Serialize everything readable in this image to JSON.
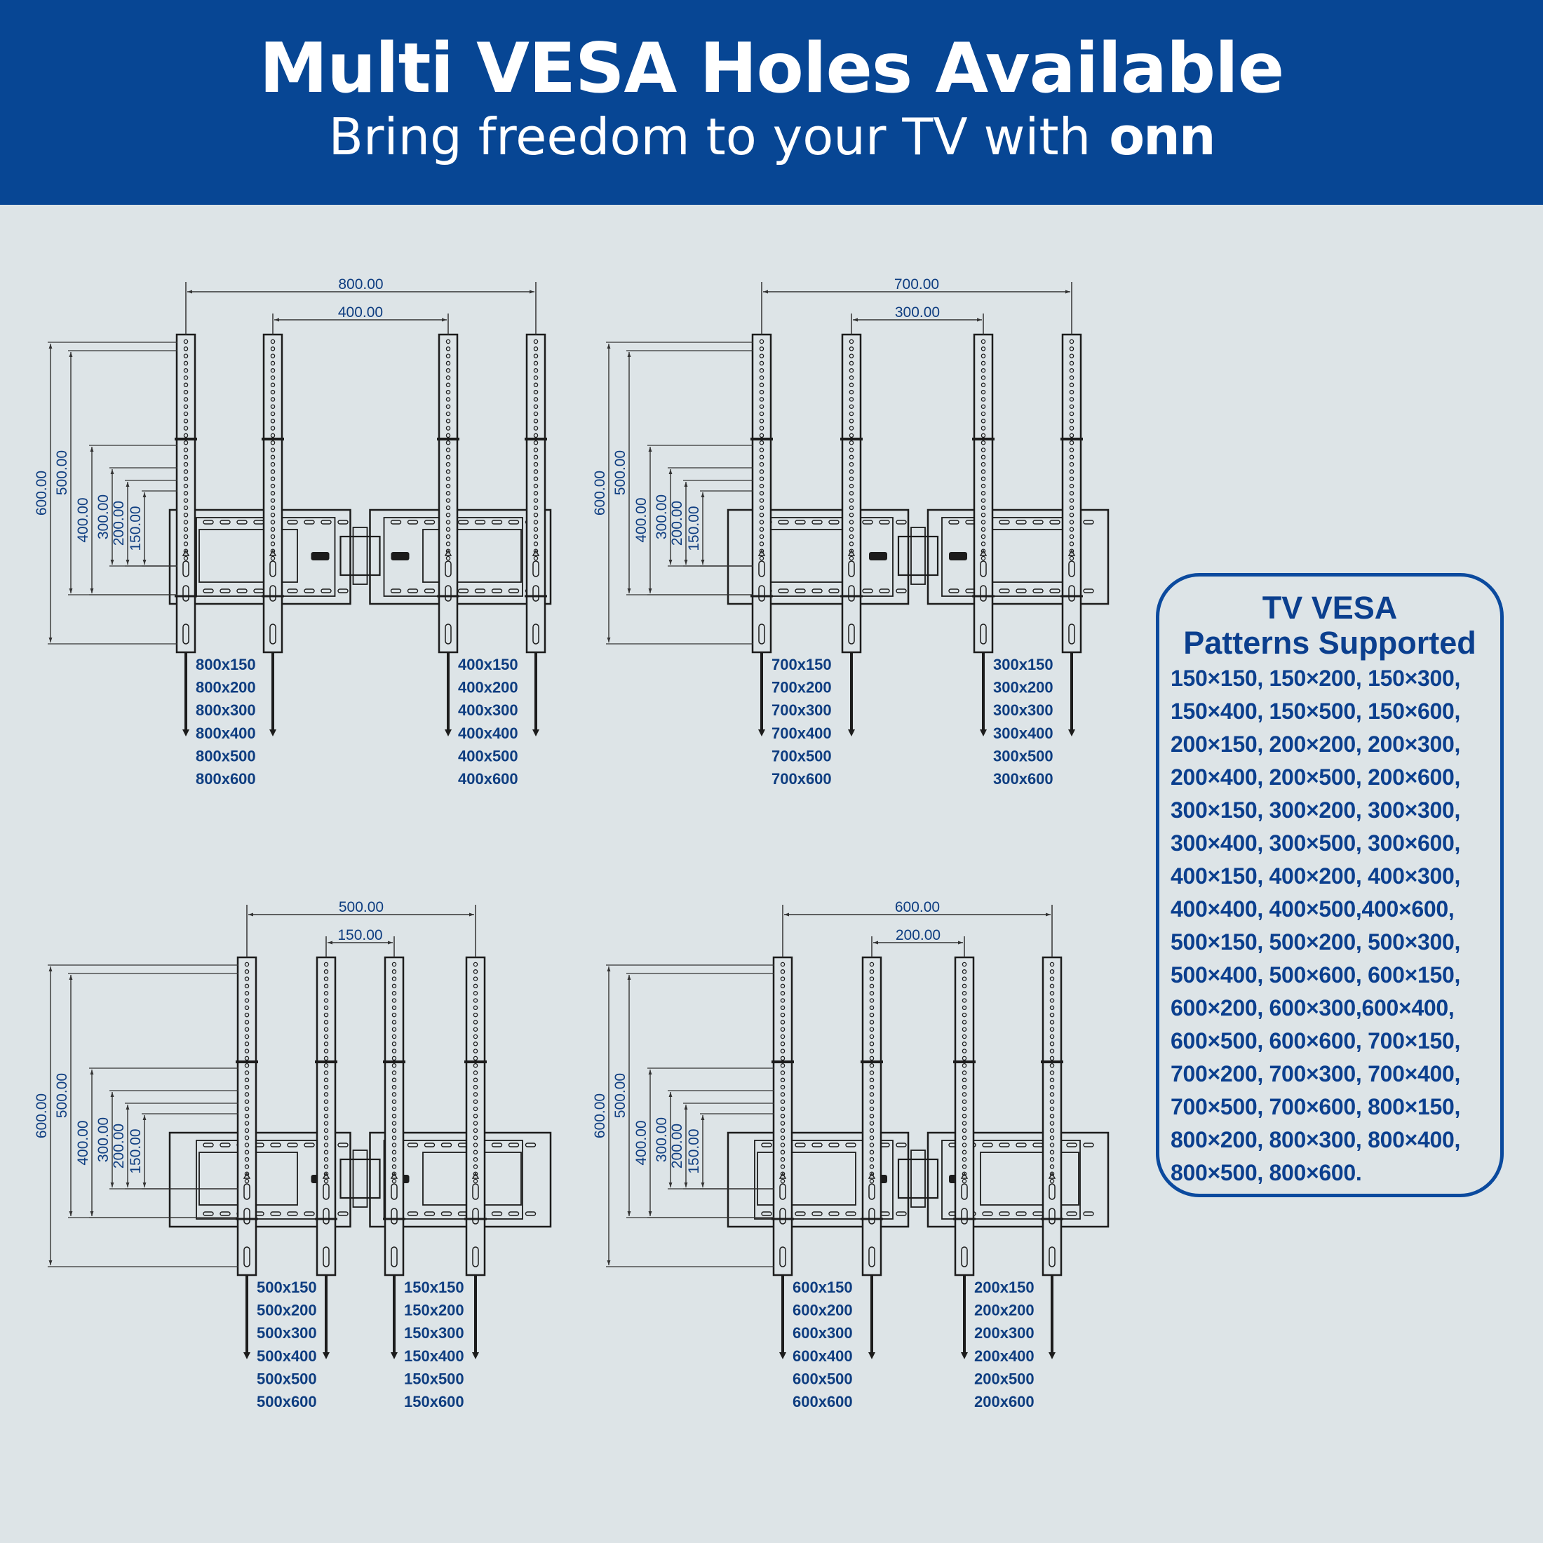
{
  "header": {
    "title": "Multi VESA Holes Available",
    "subtitle": "Bring freedom to your TV with",
    "brand": "onn"
  },
  "colors": {
    "header_bg": "#074694",
    "background": "#dde4e7",
    "accent_text": "#0e3d80",
    "line": "#1c1c1c"
  },
  "diagrams": [
    {
      "outer_width": "800.00",
      "inner_width": "400.00",
      "heights": [
        "600.00",
        "500.00",
        "400.00",
        "300.00",
        "200.00",
        "150.00"
      ],
      "left_labels": [
        "800x150",
        "800x200",
        "800x300",
        "800x400",
        "800x500",
        "800x600"
      ],
      "right_labels": [
        "400x150",
        "400x200",
        "400x300",
        "400x400",
        "400x500",
        "400x600"
      ]
    },
    {
      "outer_width": "700.00",
      "inner_width": "300.00",
      "heights": [
        "600.00",
        "500.00",
        "400.00",
        "300.00",
        "200.00",
        "150.00"
      ],
      "left_labels": [
        "700x150",
        "700x200",
        "700x300",
        "700x400",
        "700x500",
        "700x600"
      ],
      "right_labels": [
        "300x150",
        "300x200",
        "300x300",
        "300x400",
        "300x500",
        "300x600"
      ]
    },
    {
      "outer_width": "500.00",
      "inner_width": "150.00",
      "heights": [
        "600.00",
        "500.00",
        "400.00",
        "300.00",
        "200.00",
        "150.00"
      ],
      "left_labels": [
        "500x150",
        "500x200",
        "500x300",
        "500x400",
        "500x500",
        "500x600"
      ],
      "right_labels": [
        "150x150",
        "150x200",
        "150x300",
        "150x400",
        "150x500",
        "150x600"
      ]
    },
    {
      "outer_width": "600.00",
      "inner_width": "200.00",
      "heights": [
        "600.00",
        "500.00",
        "400.00",
        "300.00",
        "200.00",
        "150.00"
      ],
      "left_labels": [
        "600x150",
        "600x200",
        "600x300",
        "600x400",
        "600x500",
        "600x600"
      ],
      "right_labels": [
        "200x150",
        "200x200",
        "200x300",
        "200x400",
        "200x500",
        "200x600"
      ]
    }
  ],
  "patterns_panel": {
    "title_line1": "TV VESA",
    "title_line2": "Patterns Supported",
    "lines": [
      "150×150, 150×200, 150×300,",
      "150×400, 150×500, 150×600,",
      "200×150, 200×200, 200×300,",
      "200×400, 200×500, 200×600,",
      "300×150, 300×200, 300×300,",
      "300×400, 300×500, 300×600,",
      "400×150, 400×200, 400×300,",
      "400×400, 400×500,400×600,",
      "500×150, 500×200, 500×300,",
      "500×400, 500×600, 600×150,",
      "600×200, 600×300,600×400,",
      "600×500, 600×600, 700×150,",
      "700×200, 700×300, 700×400,",
      "700×500, 700×600, 800×150,",
      "800×200, 800×300, 800×400,",
      "800×500, 800×600."
    ]
  }
}
